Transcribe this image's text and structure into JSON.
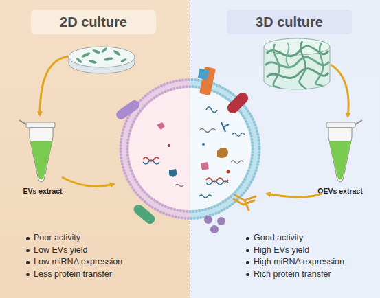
{
  "diagram": {
    "nodes": [
      {
        "text": [
          "Poor activity",
          "Low EVs yield",
          "Low miRNA expression",
          "Less protein transfer"
        ]
      },
      {
        "text": [
          "2D culture"
        ],
        "in": 0
      },
      {
        "text": [
          "EVs extract"
        ],
        "in": 0
      },
      {
        "text": [
          "Good activity",
          "High EVs yield",
          "High miRNA expression",
          "Rich protein transfer"
        ]
      },
      {
        "text": [
          "3D culture"
        ],
        "in": 3
      },
      {
        "text": [
          "OEVs extract"
        ],
        "in": 3
      }
    ]
  }
}
